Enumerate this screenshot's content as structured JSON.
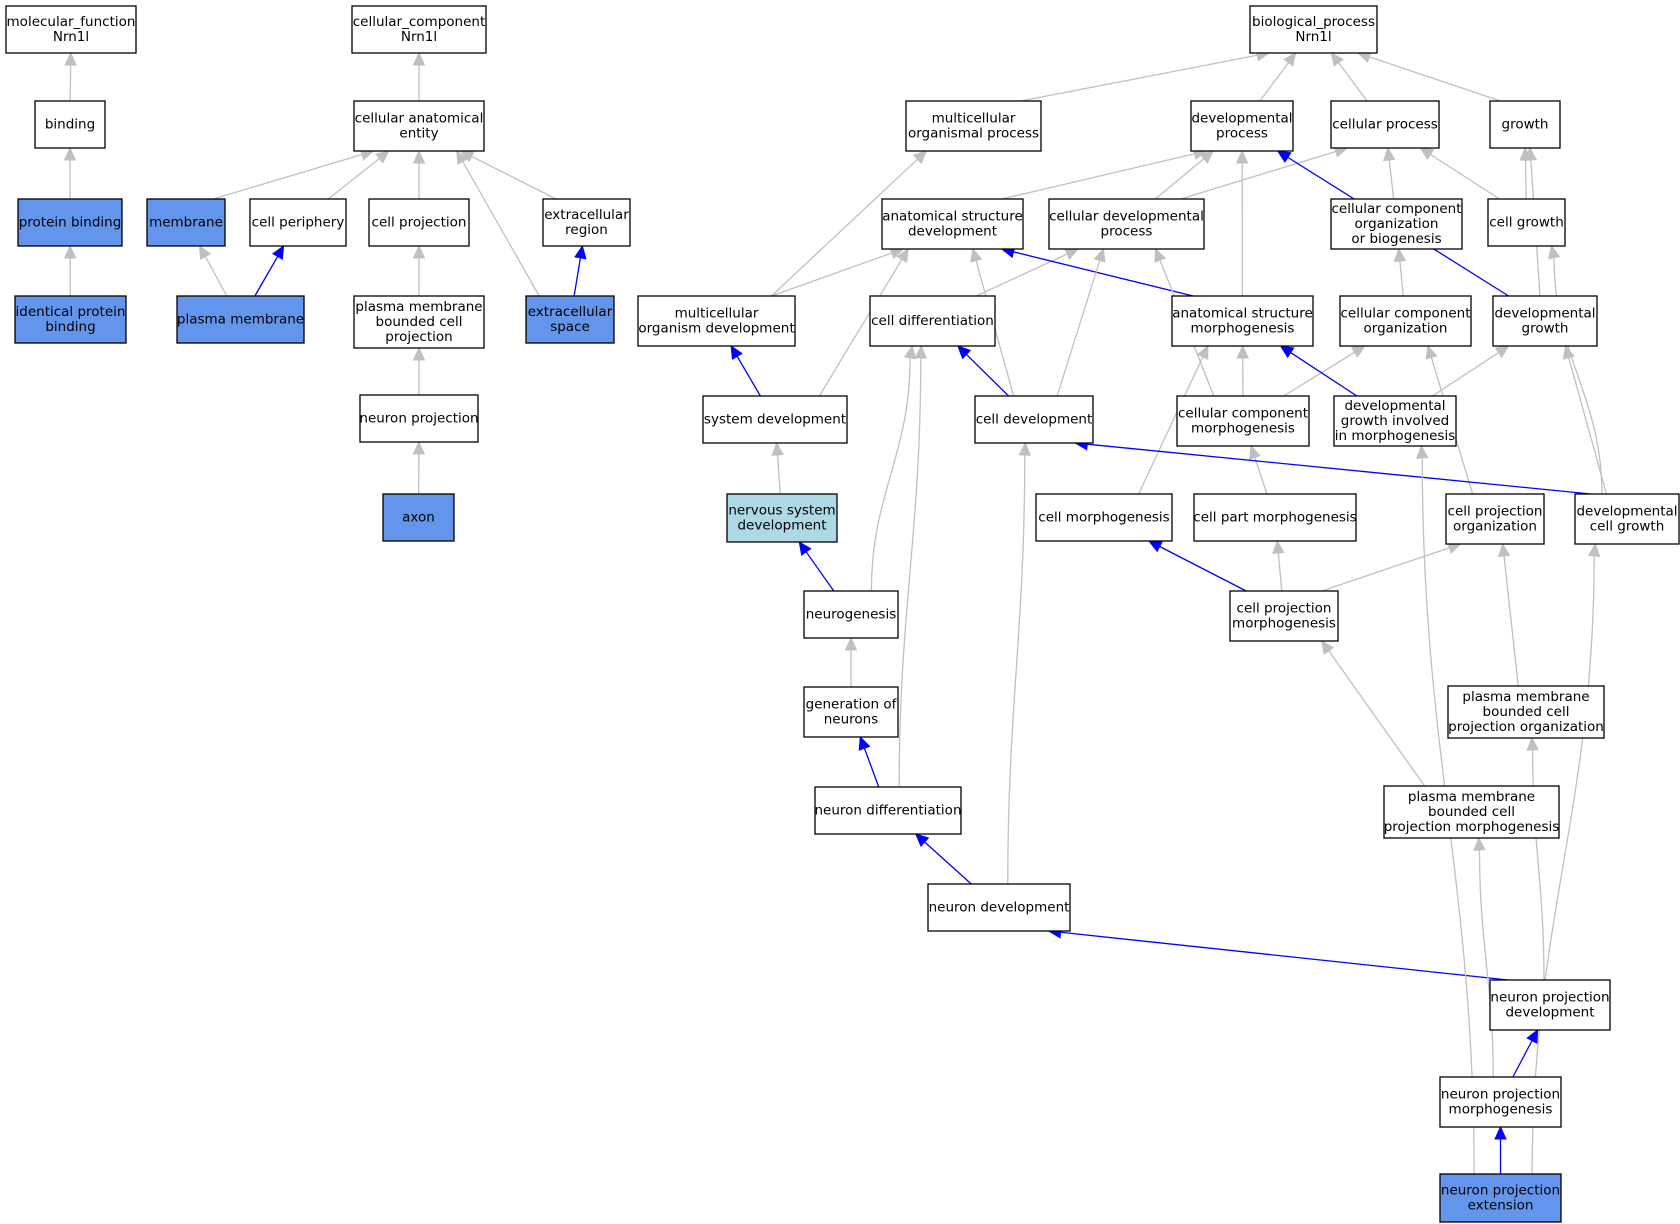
{
  "colors": {
    "node_default": "#ffffff",
    "node_annotated": "#6495ed",
    "node_highlight": "#add8e6",
    "edge_default": "#c0c0c0",
    "edge_path": "#0000ff"
  },
  "nodes": [
    {
      "id": "mf",
      "lines": [
        "molecular_function",
        "Nrn1l"
      ],
      "fill": "default"
    },
    {
      "id": "binding",
      "lines": [
        "binding"
      ],
      "fill": "default"
    },
    {
      "id": "protein_binding",
      "lines": [
        "protein binding"
      ],
      "fill": "annotated"
    },
    {
      "id": "identical_protein_binding",
      "lines": [
        "identical protein",
        "binding"
      ],
      "fill": "annotated"
    },
    {
      "id": "cc",
      "lines": [
        "cellular_component",
        "Nrn1l"
      ],
      "fill": "default"
    },
    {
      "id": "cae",
      "lines": [
        "cellular anatomical",
        "entity"
      ],
      "fill": "default"
    },
    {
      "id": "membrane",
      "lines": [
        "membrane"
      ],
      "fill": "annotated"
    },
    {
      "id": "cell_periphery",
      "lines": [
        "cell periphery"
      ],
      "fill": "default"
    },
    {
      "id": "cell_projection",
      "lines": [
        "cell projection"
      ],
      "fill": "default"
    },
    {
      "id": "extracellular_region",
      "lines": [
        "extracellular",
        "region"
      ],
      "fill": "default"
    },
    {
      "id": "plasma_membrane",
      "lines": [
        "plasma membrane"
      ],
      "fill": "annotated"
    },
    {
      "id": "pm_bounded_cell_projection",
      "lines": [
        "plasma membrane",
        "bounded cell",
        "projection"
      ],
      "fill": "default"
    },
    {
      "id": "extracellular_space",
      "lines": [
        "extracellular",
        "space"
      ],
      "fill": "annotated"
    },
    {
      "id": "neuron_projection",
      "lines": [
        "neuron projection"
      ],
      "fill": "default"
    },
    {
      "id": "axon",
      "lines": [
        "axon"
      ],
      "fill": "annotated"
    },
    {
      "id": "bp",
      "lines": [
        "biological_process",
        "Nrn1l"
      ],
      "fill": "default"
    },
    {
      "id": "multicellular_organismal_process",
      "lines": [
        "multicellular",
        "organismal process"
      ],
      "fill": "default"
    },
    {
      "id": "developmental_process",
      "lines": [
        "developmental",
        "process"
      ],
      "fill": "default"
    },
    {
      "id": "cellular_process",
      "lines": [
        "cellular process"
      ],
      "fill": "default"
    },
    {
      "id": "growth",
      "lines": [
        "growth"
      ],
      "fill": "default"
    },
    {
      "id": "anatomical_structure_development",
      "lines": [
        "anatomical structure",
        "development"
      ],
      "fill": "default"
    },
    {
      "id": "cellular_developmental_process",
      "lines": [
        "cellular developmental",
        "process"
      ],
      "fill": "default"
    },
    {
      "id": "ccob",
      "lines": [
        "cellular component",
        "organization",
        "or biogenesis"
      ],
      "fill": "default"
    },
    {
      "id": "cell_growth",
      "lines": [
        "cell growth"
      ],
      "fill": "default"
    },
    {
      "id": "multicellular_organism_development",
      "lines": [
        "multicellular",
        "organism development"
      ],
      "fill": "default"
    },
    {
      "id": "cell_differentiation",
      "lines": [
        "cell differentiation"
      ],
      "fill": "default"
    },
    {
      "id": "anatomical_structure_morphogenesis",
      "lines": [
        "anatomical structure",
        "morphogenesis"
      ],
      "fill": "default"
    },
    {
      "id": "cellular_component_organization",
      "lines": [
        "cellular component",
        "organization"
      ],
      "fill": "default"
    },
    {
      "id": "developmental_growth",
      "lines": [
        "developmental",
        "growth"
      ],
      "fill": "default"
    },
    {
      "id": "system_development",
      "lines": [
        "system development"
      ],
      "fill": "default"
    },
    {
      "id": "cell_development",
      "lines": [
        "cell development"
      ],
      "fill": "default"
    },
    {
      "id": "cellular_component_morphogenesis",
      "lines": [
        "cellular component",
        "morphogenesis"
      ],
      "fill": "default"
    },
    {
      "id": "dev_growth_morphogenesis",
      "lines": [
        "developmental",
        "growth involved",
        "in morphogenesis"
      ],
      "fill": "default"
    },
    {
      "id": "nervous_system_development",
      "lines": [
        "nervous system",
        "development"
      ],
      "fill": "highlight"
    },
    {
      "id": "cell_morphogenesis",
      "lines": [
        "cell morphogenesis"
      ],
      "fill": "default"
    },
    {
      "id": "cell_part_morphogenesis",
      "lines": [
        "cell part morphogenesis"
      ],
      "fill": "default"
    },
    {
      "id": "cell_projection_organization",
      "lines": [
        "cell projection",
        "organization"
      ],
      "fill": "default"
    },
    {
      "id": "developmental_cell_growth",
      "lines": [
        "developmental",
        "cell growth"
      ],
      "fill": "default"
    },
    {
      "id": "neurogenesis",
      "lines": [
        "neurogenesis"
      ],
      "fill": "default"
    },
    {
      "id": "cell_projection_morphogenesis",
      "lines": [
        "cell projection",
        "morphogenesis"
      ],
      "fill": "default"
    },
    {
      "id": "generation_of_neurons",
      "lines": [
        "generation of",
        "neurons"
      ],
      "fill": "default"
    },
    {
      "id": "pmbcp_organization",
      "lines": [
        "plasma membrane",
        "bounded cell",
        "projection organization"
      ],
      "fill": "default"
    },
    {
      "id": "neuron_differentiation",
      "lines": [
        "neuron differentiation"
      ],
      "fill": "default"
    },
    {
      "id": "pmbcp_morphogenesis",
      "lines": [
        "plasma membrane",
        "bounded cell",
        "projection morphogenesis"
      ],
      "fill": "default"
    },
    {
      "id": "neuron_development",
      "lines": [
        "neuron development"
      ],
      "fill": "default"
    },
    {
      "id": "neuron_projection_development",
      "lines": [
        "neuron projection",
        "development"
      ],
      "fill": "default"
    },
    {
      "id": "neuron_projection_morphogenesis",
      "lines": [
        "neuron projection",
        "morphogenesis"
      ],
      "fill": "default"
    },
    {
      "id": "neuron_projection_extension",
      "lines": [
        "neuron projection",
        "extension"
      ],
      "fill": "annotated"
    }
  ],
  "edges": [
    {
      "from": "binding",
      "to": "mf",
      "kind": "default"
    },
    {
      "from": "protein_binding",
      "to": "binding",
      "kind": "default"
    },
    {
      "from": "identical_protein_binding",
      "to": "protein_binding",
      "kind": "default"
    },
    {
      "from": "cae",
      "to": "cc",
      "kind": "default"
    },
    {
      "from": "membrane",
      "to": "cae",
      "kind": "default"
    },
    {
      "from": "cell_periphery",
      "to": "cae",
      "kind": "default"
    },
    {
      "from": "cell_projection",
      "to": "cae",
      "kind": "default"
    },
    {
      "from": "extracellular_region",
      "to": "cae",
      "kind": "default"
    },
    {
      "from": "extracellular_space",
      "to": "cae",
      "kind": "default"
    },
    {
      "from": "plasma_membrane",
      "to": "membrane",
      "kind": "default"
    },
    {
      "from": "plasma_membrane",
      "to": "cell_periphery",
      "kind": "path"
    },
    {
      "from": "extracellular_space",
      "to": "extracellular_region",
      "kind": "path"
    },
    {
      "from": "pm_bounded_cell_projection",
      "to": "cell_projection",
      "kind": "default"
    },
    {
      "from": "neuron_projection",
      "to": "pm_bounded_cell_projection",
      "kind": "default"
    },
    {
      "from": "axon",
      "to": "neuron_projection",
      "kind": "default"
    },
    {
      "from": "multicellular_organismal_process",
      "to": "bp",
      "kind": "default"
    },
    {
      "from": "developmental_process",
      "to": "bp",
      "kind": "default"
    },
    {
      "from": "cellular_process",
      "to": "bp",
      "kind": "default"
    },
    {
      "from": "growth",
      "to": "bp",
      "kind": "default"
    },
    {
      "from": "anatomical_structure_development",
      "to": "developmental_process",
      "kind": "default"
    },
    {
      "from": "cellular_developmental_process",
      "to": "developmental_process",
      "kind": "default"
    },
    {
      "from": "cellular_developmental_process",
      "to": "cellular_process",
      "kind": "default"
    },
    {
      "from": "ccob",
      "to": "cellular_process",
      "kind": "default"
    },
    {
      "from": "cell_growth",
      "to": "cellular_process",
      "kind": "default"
    },
    {
      "from": "cell_growth",
      "to": "growth",
      "kind": "default"
    },
    {
      "from": "multicellular_organism_development",
      "to": "multicellular_organismal_process",
      "kind": "default"
    },
    {
      "from": "multicellular_organism_development",
      "to": "anatomical_structure_development",
      "kind": "default"
    },
    {
      "from": "cell_differentiation",
      "to": "cellular_developmental_process",
      "kind": "default"
    },
    {
      "from": "anatomical_structure_morphogenesis",
      "to": "developmental_process",
      "kind": "default"
    },
    {
      "from": "anatomical_structure_morphogenesis",
      "to": "anatomical_structure_development",
      "kind": "path"
    },
    {
      "from": "cellular_component_organization",
      "to": "ccob",
      "kind": "default"
    },
    {
      "from": "developmental_growth",
      "to": "developmental_process",
      "kind": "path"
    },
    {
      "from": "developmental_growth",
      "to": "growth",
      "kind": "default"
    },
    {
      "from": "system_development",
      "to": "multicellular_organism_development",
      "kind": "path"
    },
    {
      "from": "system_development",
      "to": "anatomical_structure_development",
      "kind": "default"
    },
    {
      "from": "cell_development",
      "to": "cell_differentiation",
      "kind": "path"
    },
    {
      "from": "cell_development",
      "to": "anatomical_structure_development",
      "kind": "default"
    },
    {
      "from": "cell_development",
      "to": "cellular_developmental_process",
      "kind": "default"
    },
    {
      "from": "cellular_component_morphogenesis",
      "to": "anatomical_structure_morphogenesis",
      "kind": "default"
    },
    {
      "from": "cellular_component_morphogenesis",
      "to": "cellular_component_organization",
      "kind": "default"
    },
    {
      "from": "cellular_component_morphogenesis",
      "to": "cellular_developmental_process",
      "kind": "default"
    },
    {
      "from": "dev_growth_morphogenesis",
      "to": "anatomical_structure_morphogenesis",
      "kind": "path"
    },
    {
      "from": "dev_growth_morphogenesis",
      "to": "developmental_growth",
      "kind": "default"
    },
    {
      "from": "nervous_system_development",
      "to": "system_development",
      "kind": "default"
    },
    {
      "from": "cell_morphogenesis",
      "to": "anatomical_structure_morphogenesis",
      "kind": "default"
    },
    {
      "from": "cell_part_morphogenesis",
      "to": "cellular_component_morphogenesis",
      "kind": "default"
    },
    {
      "from": "cell_projection_organization",
      "to": "cellular_component_organization",
      "kind": "default"
    },
    {
      "from": "developmental_cell_growth",
      "to": "cell_development",
      "kind": "path"
    },
    {
      "from": "developmental_cell_growth",
      "to": "developmental_growth",
      "kind": "default"
    },
    {
      "from": "developmental_cell_growth",
      "to": "cell_growth",
      "kind": "default"
    },
    {
      "from": "neurogenesis",
      "to": "nervous_system_development",
      "kind": "path"
    },
    {
      "from": "neurogenesis",
      "to": "cell_differentiation",
      "kind": "default"
    },
    {
      "from": "cell_projection_morphogenesis",
      "to": "cell_morphogenesis",
      "kind": "path"
    },
    {
      "from": "cell_projection_morphogenesis",
      "to": "cell_part_morphogenesis",
      "kind": "default"
    },
    {
      "from": "cell_projection_morphogenesis",
      "to": "cell_projection_organization",
      "kind": "default"
    },
    {
      "from": "generation_of_neurons",
      "to": "neurogenesis",
      "kind": "default"
    },
    {
      "from": "pmbcp_organization",
      "to": "cell_projection_organization",
      "kind": "default"
    },
    {
      "from": "neuron_differentiation",
      "to": "generation_of_neurons",
      "kind": "path"
    },
    {
      "from": "neuron_differentiation",
      "to": "cell_differentiation",
      "kind": "default"
    },
    {
      "from": "pmbcp_morphogenesis",
      "to": "cell_projection_morphogenesis",
      "kind": "default"
    },
    {
      "from": "neuron_development",
      "to": "neuron_differentiation",
      "kind": "path"
    },
    {
      "from": "neuron_development",
      "to": "cell_development",
      "kind": "default"
    },
    {
      "from": "neuron_projection_development",
      "to": "neuron_development",
      "kind": "path"
    },
    {
      "from": "neuron_projection_development",
      "to": "pmbcp_organization",
      "kind": "default"
    },
    {
      "from": "neuron_projection_morphogenesis",
      "to": "neuron_projection_development",
      "kind": "path"
    },
    {
      "from": "neuron_projection_morphogenesis",
      "to": "pmbcp_morphogenesis",
      "kind": "default"
    },
    {
      "from": "neuron_projection_extension",
      "to": "neuron_projection_morphogenesis",
      "kind": "path"
    },
    {
      "from": "neuron_projection_extension",
      "to": "dev_growth_morphogenesis",
      "kind": "default"
    },
    {
      "from": "neuron_projection_extension",
      "to": "developmental_cell_growth",
      "kind": "default"
    }
  ]
}
